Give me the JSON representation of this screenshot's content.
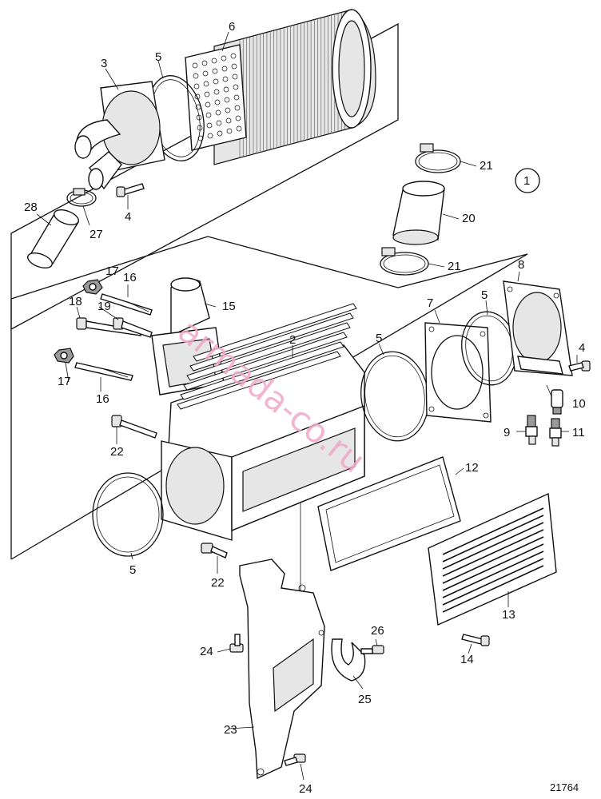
{
  "diagram": {
    "reference_number": "21764",
    "watermark": "armada-co.ru",
    "group_badge": "1",
    "callouts": [
      "2",
      "3",
      "4",
      "4",
      "5",
      "5",
      "5",
      "5",
      "6",
      "7",
      "8",
      "9",
      "10",
      "11",
      "12",
      "13",
      "14",
      "15",
      "16",
      "16",
      "17",
      "17",
      "18",
      "19",
      "20",
      "21",
      "21",
      "22",
      "22",
      "23",
      "24",
      "24",
      "25",
      "26",
      "27",
      "28"
    ]
  }
}
